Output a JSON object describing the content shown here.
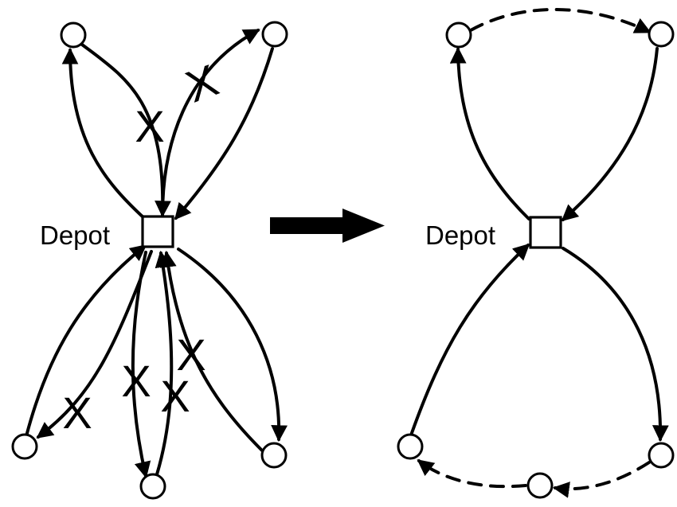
{
  "left_panel": {
    "depot_label": "Depot",
    "removed_edge_marker": "X"
  },
  "transition_arrow": {
    "icon": "right-arrow-icon"
  },
  "right_panel": {
    "depot_label": "Depot"
  },
  "colors": {
    "line": "#000000",
    "node_fill": "#ffffff",
    "background": "#ffffff"
  }
}
